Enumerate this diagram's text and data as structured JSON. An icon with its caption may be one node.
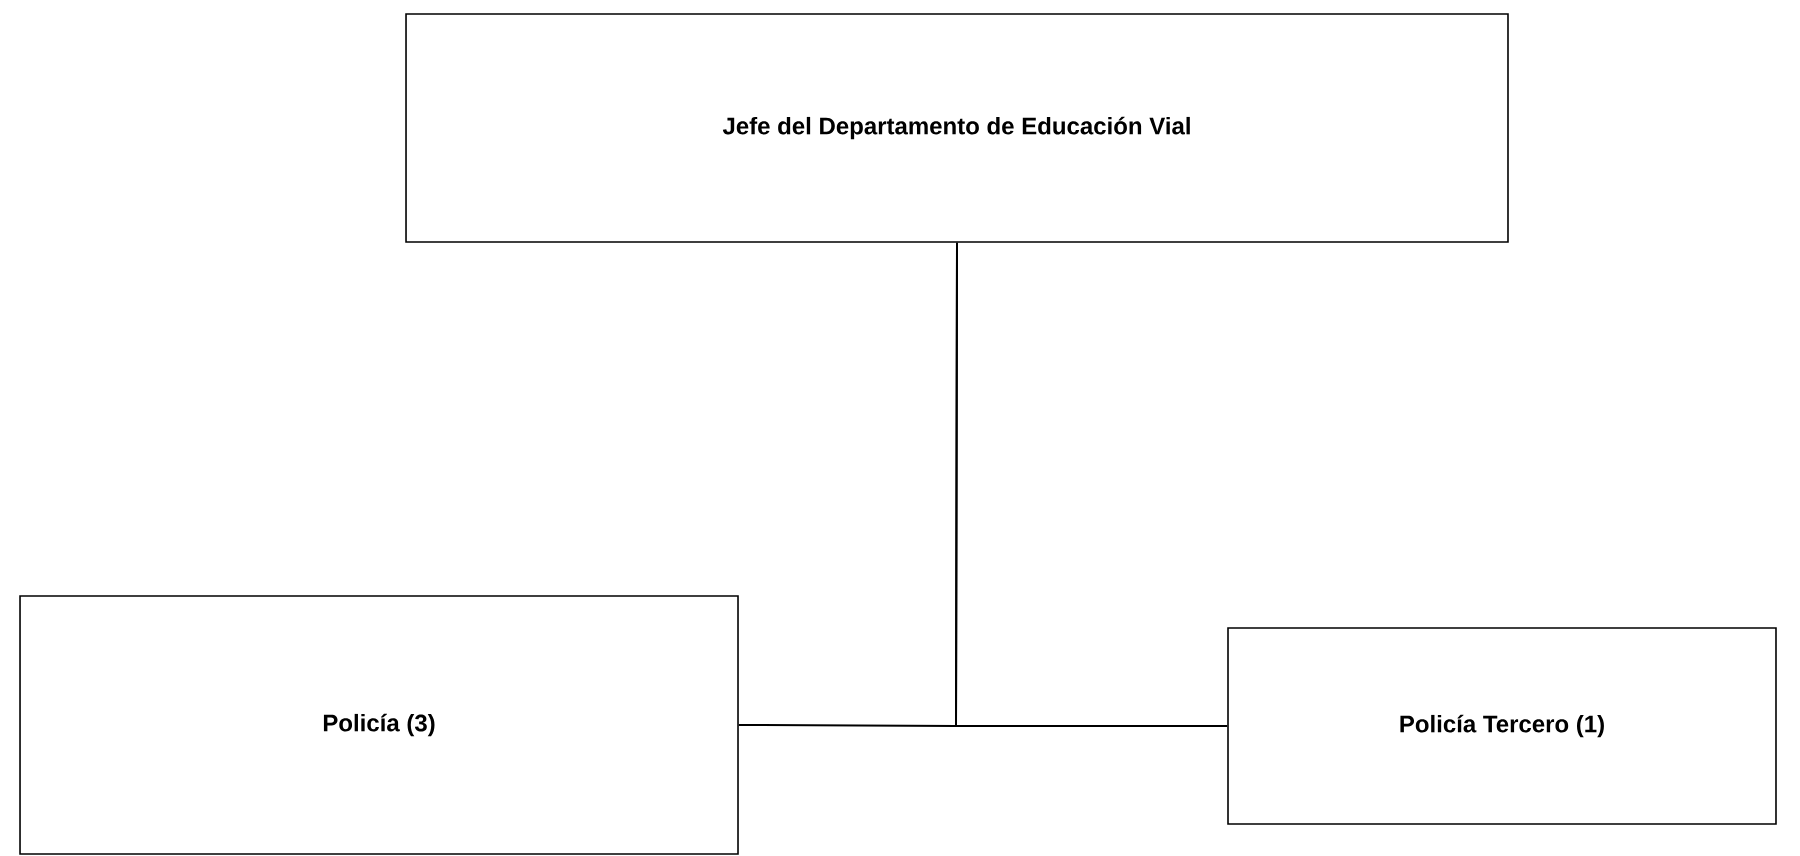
{
  "diagram": {
    "nodes": [
      {
        "text": [
          "Jefe del Departamento de Educación Vial"
        ]
      },
      {
        "text": [
          "Policía (3)"
        ]
      },
      {
        "text": [
          "Policía Tercero (1)"
        ]
      }
    ],
    "edges": [
      {
        "from": 0,
        "to": 1,
        "arrow": "none"
      },
      {
        "from": 0,
        "to": 2,
        "arrow": "none"
      }
    ]
  }
}
